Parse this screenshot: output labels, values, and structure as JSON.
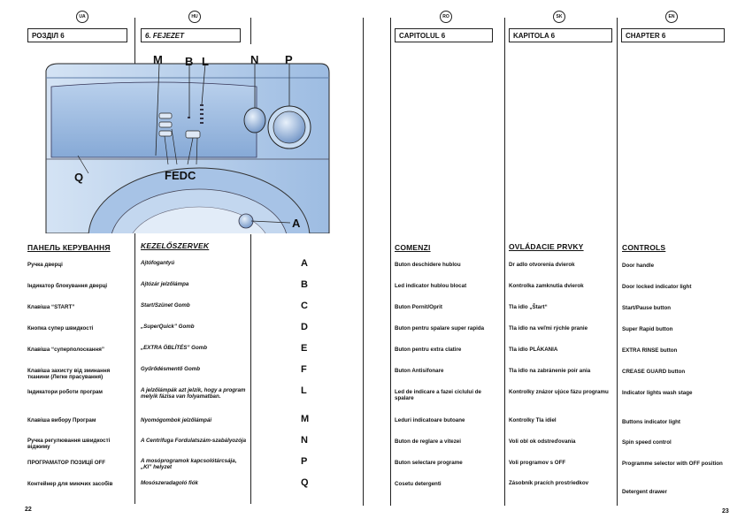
{
  "left_page": {
    "badges": [
      "UA",
      "HU"
    ],
    "headers": [
      "РОЗДІЛ 6",
      "6. FEJEZET"
    ],
    "columns": {
      "ua": {
        "title": "ПАНЕЛЬ КЕРУВАННЯ",
        "items": [
          "Ручка дверці",
          "Індикатор блокування дверці",
          "Клавіша “START”",
          "Кнопка супер швидкості",
          "Клавіша “суперполоскання”",
          "Клавіша захисту від зминання тканини (Легке прасування)",
          "Індикатори роботи програм",
          "Клавіша вибору Програм",
          "Ручка регулювання швидкості віджиму",
          "ПРОГРАМАТОР ПОЗИЦІЇ OFF",
          "Контейнер для миючих засобів"
        ]
      },
      "hu": {
        "title": "KEZELŐSZERVEK",
        "items": [
          "Ajtófogantyú",
          "Ajtózár jelzőlámpa",
          "Start/Szünet Gomb",
          "„SuperQuick” Gomb",
          "„EXTRA ÖBLÍTÉS” Gomb",
          "Gyűrődésmentő Gomb",
          "A jelzőlámpák azt jelzik, hogy a program melyik fázisa van folyamatban.",
          "Nyomógombok jelzőlámpái",
          "A Centrifuga Fordulatszám-szabályozója",
          "A mosóprogramok kapcsolótárcsája, „KI” helyzet",
          "Mosószeradagoló fiók"
        ]
      }
    },
    "letters": [
      "A",
      "B",
      "C",
      "D",
      "E",
      "F",
      "L",
      "M",
      "N",
      "P",
      "Q"
    ],
    "page_number": "22",
    "illustration": {
      "callouts_top": [
        "M",
        "B",
        "L",
        "N",
        "P"
      ],
      "callouts_bottom": "FEDC",
      "callout_q": "Q",
      "callout_a": "A"
    }
  },
  "right_page": {
    "badges": [
      "RO",
      "SK",
      "EN"
    ],
    "headers": [
      "CAPITOLUL 6",
      "KAPITOLA 6",
      "CHAPTER 6"
    ],
    "columns": {
      "ro": {
        "title": "COMENZI",
        "items": [
          "Buton deschidere hublou",
          "Led indicator hublou blocat",
          "Buton Pornit/Oprit",
          "Buton pentru spalare super rapida",
          "Buton pentru extra clatire",
          "Buton Antisifonare",
          "Led de indicare a fazei ciclului de spalare",
          "Leduri indicatoare butoane",
          "Buton de reglare a vitezei",
          "Buton selectare programe",
          "Cosetu detergenti"
        ]
      },
      "sk": {
        "title": "OVLÁDACIE PRVKY",
        "items": [
          "Dr  adlo otvorenia dvierok",
          "Kontrolka zamknutia dvierok",
          "Tla  idlo „Štart“",
          "Tla  idlo na veľmi rýchle pranie",
          "Tla  idlo PLÁKANIA",
          "Tla  idlo na zabránenie poir  ania",
          "Kontrolky znázor  ujúce fázu programu",
          "Kontrolky Tla  idiel",
          "Voli  obl  ok odstreďovania",
          "Voli   programov s OFF",
          "Zásobník pracích prostriedkov"
        ]
      },
      "en": {
        "title": "CONTROLS",
        "items": [
          "Door handle",
          "Door locked indicator light",
          "Start/Pause button",
          "Super Rapid button",
          "EXTRA RINSE button",
          "CREASE GUARD button",
          "Indicator lights wash stage",
          "Buttons indicator light",
          "Spin speed control",
          "Programme selector with OFF position",
          "Detergent drawer"
        ]
      }
    },
    "page_number": "23"
  },
  "colors": {
    "panel_blue": "#8fb3dc",
    "panel_light": "#c7dbf1",
    "line": "#222222"
  }
}
